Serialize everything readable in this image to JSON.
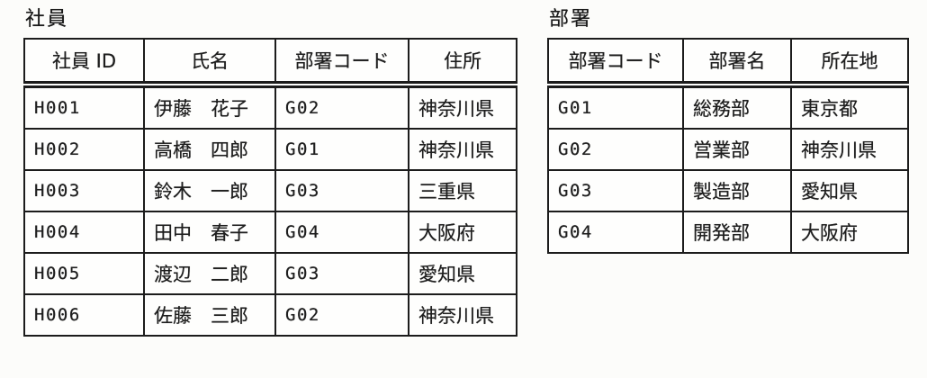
{
  "document": {
    "ink_color": "#1c1c1c",
    "paper_color": "#fcfcfa"
  },
  "tables": [
    {
      "title": "社員",
      "headers": [
        "社員 ID",
        "氏名",
        "部署コード",
        "住所"
      ],
      "rows": [
        [
          "H001",
          "伊藤　花子",
          "G02",
          "神奈川県"
        ],
        [
          "H002",
          "高橋　四郎",
          "G01",
          "神奈川県"
        ],
        [
          "H003",
          "鈴木　一郎",
          "G03",
          "三重県"
        ],
        [
          "H004",
          "田中　春子",
          "G04",
          "大阪府"
        ],
        [
          "H005",
          "渡辺　二郎",
          "G03",
          "愛知県"
        ],
        [
          "H006",
          "佐藤　三郎",
          "G02",
          "神奈川県"
        ]
      ]
    },
    {
      "title": "部署",
      "headers": [
        "部署コード",
        "部署名",
        "所在地"
      ],
      "rows": [
        [
          "G01",
          "総務部",
          "東京都"
        ],
        [
          "G02",
          "営業部",
          "神奈川県"
        ],
        [
          "G03",
          "製造部",
          "愛知県"
        ],
        [
          "G04",
          "開発部",
          "大阪府"
        ]
      ]
    }
  ]
}
